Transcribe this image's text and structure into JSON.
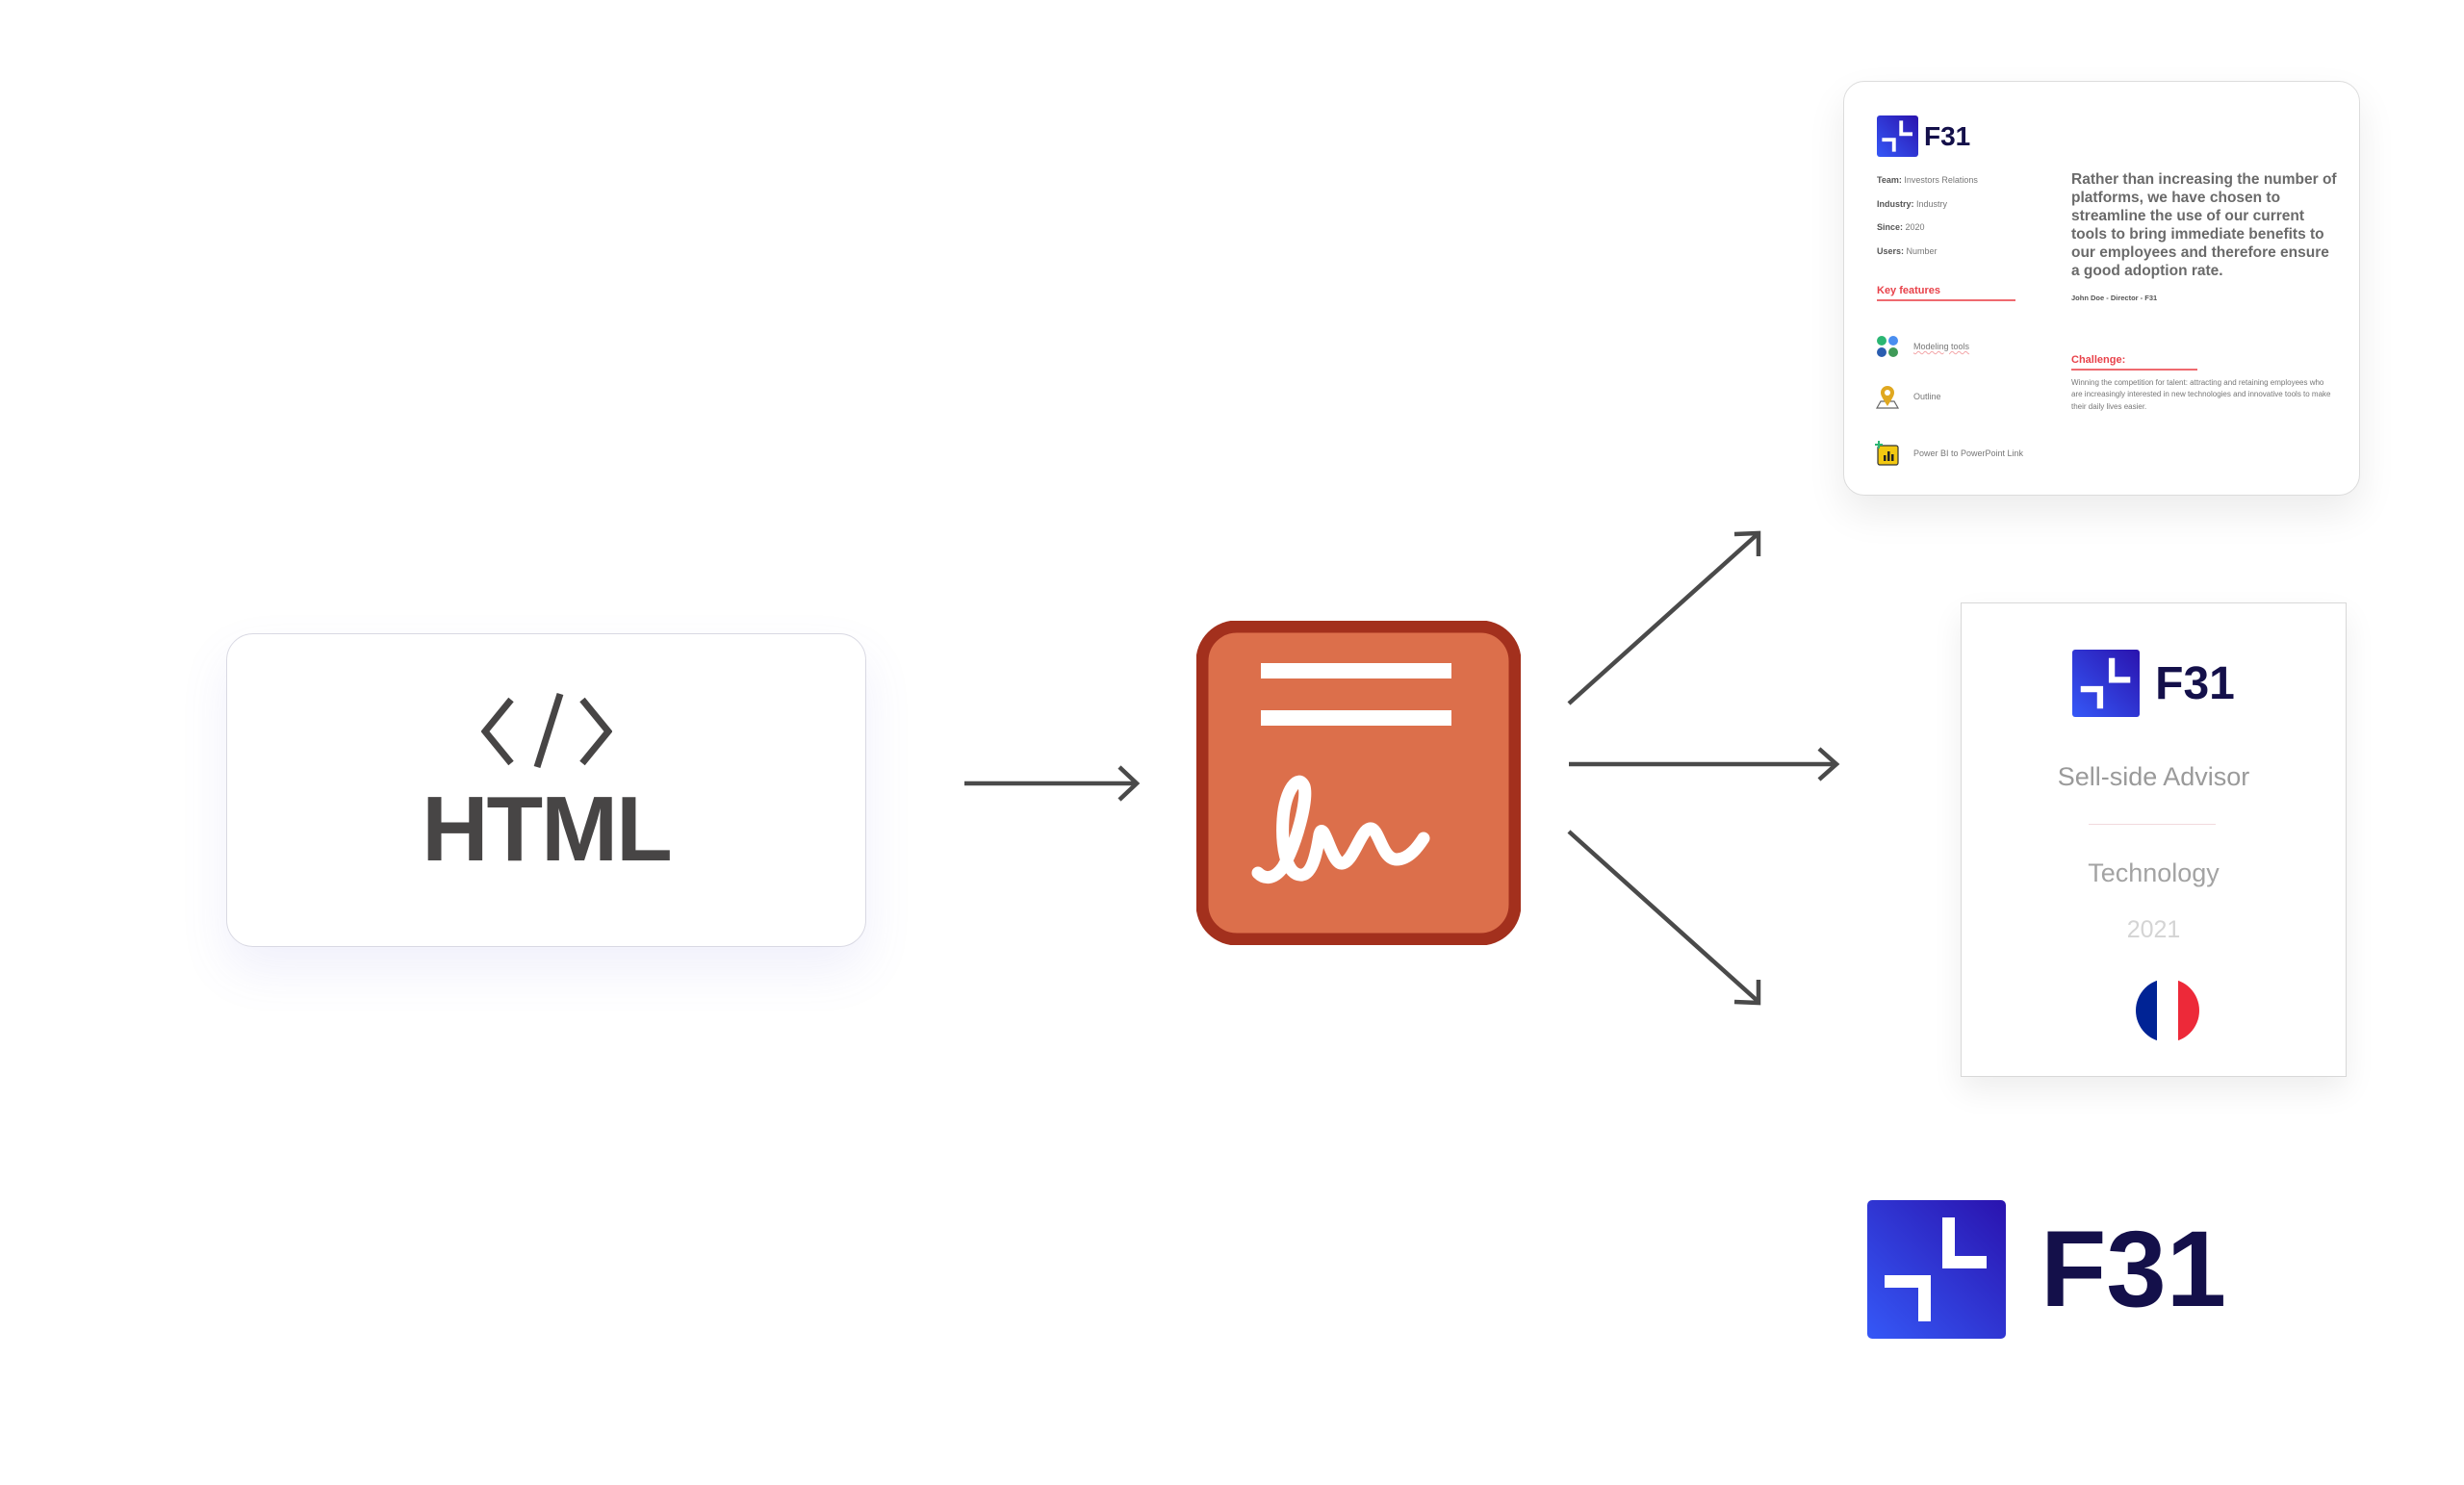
{
  "source": {
    "label": "HTML",
    "icon": "code-brackets-icon"
  },
  "processor": {
    "icon": "signed-document-icon",
    "colors": {
      "border": "#A3301D",
      "fill": "#DC6F4B",
      "glyph": "#FFFFFF"
    }
  },
  "arrow_color": "#4a4a4a",
  "brand": {
    "name": "F31",
    "text_color": "#14104A",
    "gradient": [
      "#3558F7",
      "#2A13AE"
    ]
  },
  "outputs": {
    "case_study": {
      "logo_text": "F31",
      "meta": [
        {
          "key": "Team:",
          "value": "Investors Relations"
        },
        {
          "key": "Industry:",
          "value": "Industry"
        },
        {
          "key": "Since:",
          "value": "2020"
        },
        {
          "key": "Users:",
          "value": "Number"
        }
      ],
      "key_features_title": "Key features",
      "features": [
        {
          "icon": "modeling-tools-icon",
          "label": "Modeling tools"
        },
        {
          "icon": "map-pin-icon",
          "label": "Outline"
        },
        {
          "icon": "powerbi-link-icon",
          "label": "Power BI to PowerPoint Link"
        }
      ],
      "quote": "Rather than increasing the number of platforms, we have chosen to streamline the use of our current tools to bring immediate benefits to our employees and therefore ensure a good adoption rate.",
      "attribution": "John Doe - Director - F31",
      "challenge_title": "Challenge:",
      "challenge_text": "Winning the competition for talent: attracting and retaining employees who are increasingly interested in new technologies and innovative tools to make their daily lives easier.",
      "accent_color": "#E8424A"
    },
    "tombstone": {
      "logo_text": "F31",
      "role": "Sell-side Advisor",
      "sector": "Technology",
      "year": "2021",
      "flag": "france-flag-icon",
      "flag_colors": [
        "#002395",
        "#FFFFFF",
        "#ED2939"
      ]
    },
    "logo": {
      "text": "F31"
    }
  }
}
